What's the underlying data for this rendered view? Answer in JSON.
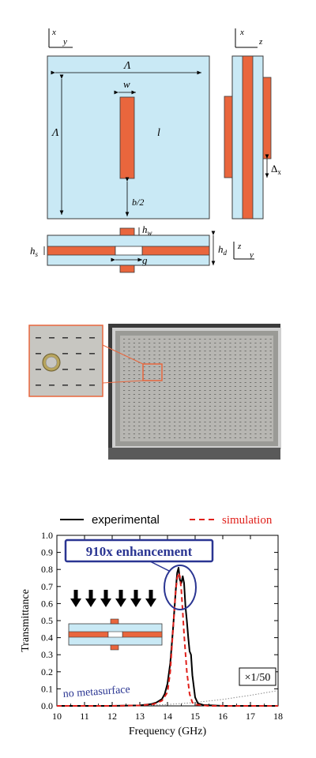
{
  "figure_a": {
    "front_axes": {
      "x": "x",
      "y": "y"
    },
    "side_axes": {
      "x": "x",
      "z": "z"
    },
    "bottom_axes": {
      "z": "z",
      "y": "y"
    },
    "labels": {
      "lambda_top": "Λ",
      "lambda_left": "Λ",
      "w": "w",
      "l": "l",
      "b2": "b/2",
      "delta": "Δ",
      "delta_sub": "x",
      "h": "h",
      "hw_sub": "w",
      "hs_sub": "s",
      "hd_sub": "d",
      "g": "g"
    },
    "colors": {
      "substrate": "#c9e9f5",
      "metal": "#e9663d",
      "outline": "#3a3a3a"
    }
  },
  "figure_b": {
    "photo_bg": "#3b3b3b",
    "inset_border": "#e9663d",
    "highlight_box": "#e9663d"
  },
  "chart_data": {
    "type": "line",
    "xlabel": "Frequency (GHz)",
    "ylabel": "Transmittance",
    "xlim": [
      10,
      18
    ],
    "ylim": [
      0,
      1.0
    ],
    "x_ticks": [
      "10",
      "11",
      "12",
      "13",
      "14",
      "15",
      "16",
      "17",
      "18"
    ],
    "y_ticks": [
      "0.0",
      "0.1",
      "0.2",
      "0.3",
      "0.4",
      "0.5",
      "0.6",
      "0.7",
      "0.8",
      "0.9",
      "1.0"
    ],
    "legend": {
      "placement": "top",
      "experimental": "experimental",
      "simulation": "simulation"
    },
    "annotations": {
      "enhancement": "910x enhancement",
      "no_metasurface": "no metasurface",
      "scale": "×1/50"
    },
    "colors": {
      "experimental": "#000000",
      "simulation": "#e0201b",
      "no_metasurface": "#8a8a8a",
      "annotation": "#2a3592"
    },
    "series": [
      {
        "name": "experimental",
        "x": [
          10.0,
          12.0,
          13.0,
          13.4,
          13.6,
          13.8,
          13.9,
          14.0,
          14.1,
          14.2,
          14.3,
          14.35,
          14.4,
          14.45,
          14.5,
          14.55,
          14.6,
          14.65,
          14.7,
          14.75,
          14.8,
          14.85,
          14.9,
          15.0,
          15.1,
          15.3,
          16.0,
          18.0
        ],
        "y": [
          0.0,
          0.0,
          0.003,
          0.01,
          0.02,
          0.04,
          0.07,
          0.13,
          0.25,
          0.45,
          0.68,
          0.78,
          0.81,
          0.74,
          0.72,
          0.76,
          0.72,
          0.58,
          0.5,
          0.4,
          0.32,
          0.3,
          0.18,
          0.05,
          0.015,
          0.005,
          0.0,
          0.0
        ]
      },
      {
        "name": "simulation",
        "x": [
          10.0,
          12.0,
          13.0,
          13.5,
          13.8,
          14.0,
          14.1,
          14.2,
          14.3,
          14.35,
          14.4,
          14.45,
          14.5,
          14.55,
          14.6,
          14.7,
          14.8,
          14.9,
          15.0,
          15.5,
          18.0
        ],
        "y": [
          0.0,
          0.0,
          0.003,
          0.01,
          0.03,
          0.08,
          0.2,
          0.45,
          0.68,
          0.75,
          0.78,
          0.76,
          0.68,
          0.55,
          0.42,
          0.2,
          0.07,
          0.02,
          0.008,
          0.0,
          0.0
        ]
      },
      {
        "name": "no metasurface",
        "x": [
          10.0,
          13.0,
          14.0,
          15.0,
          16.0,
          17.0,
          18.0
        ],
        "y": [
          0.0,
          0.003,
          0.008,
          0.02,
          0.038,
          0.062,
          0.09
        ]
      }
    ]
  }
}
